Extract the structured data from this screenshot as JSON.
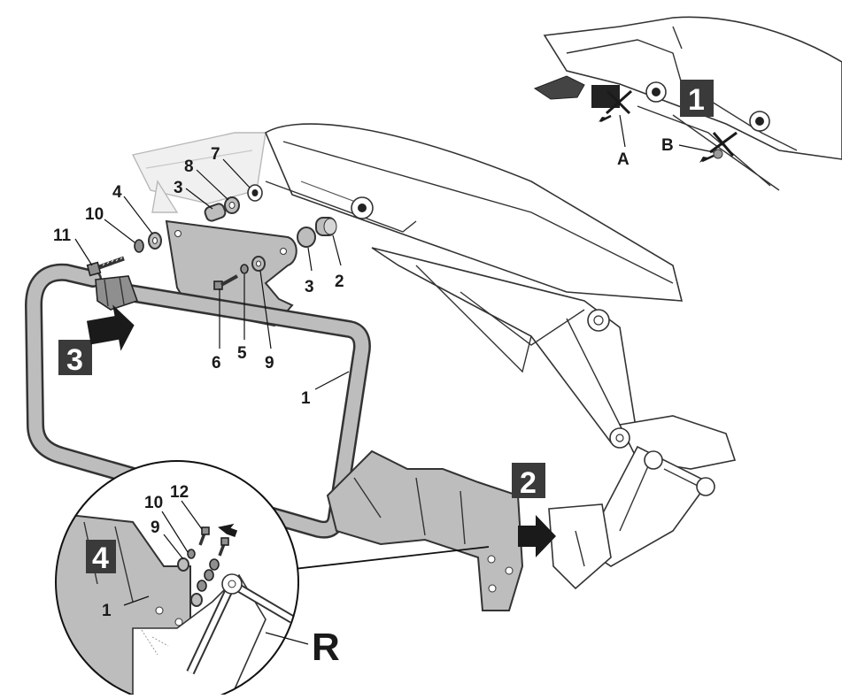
{
  "badges": {
    "step1": "1",
    "step2": "2",
    "step3": "3",
    "step4": "4"
  },
  "letters": {
    "a": "A",
    "b": "B",
    "r": "R"
  },
  "callouts": {
    "c1": "1",
    "c2": "2",
    "c3a": "3",
    "c3b": "3",
    "c4": "4",
    "c5": "5",
    "c6": "6",
    "c7": "7",
    "c8": "8",
    "c9": "9",
    "c10": "10",
    "c11": "11"
  },
  "detail_callouts": {
    "d1": "1",
    "d9": "9",
    "d10": "10",
    "d12": "12"
  },
  "colors": {
    "badge_bg": "#3a3a3a",
    "part_fill": "#bdbdbd",
    "arrow": "#1a1a1a"
  },
  "icons": [
    "remove-arrow-icon",
    "cross-out-icon",
    "push-arrow-icon"
  ]
}
